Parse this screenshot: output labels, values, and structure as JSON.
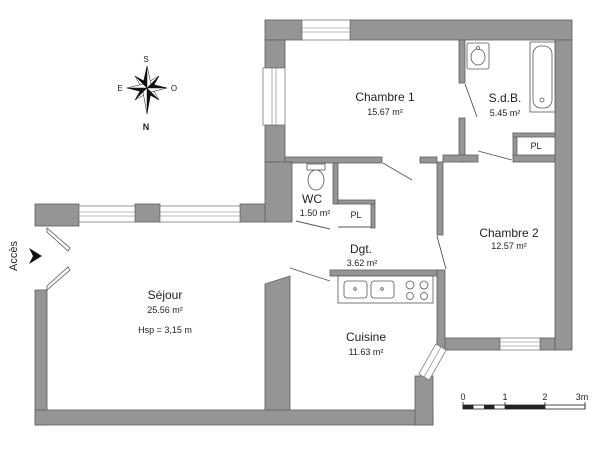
{
  "plan": {
    "rooms": {
      "chambre_1": {
        "name": "Chambre 1",
        "area": "15.67 m²"
      },
      "sdb": {
        "name": "S.d.B.",
        "area": "5.45 m²"
      },
      "placard_sdb": {
        "name": "PL"
      },
      "chambre_2": {
        "name": "Chambre 2",
        "area": "12.57 m²"
      },
      "wc": {
        "name": "WC",
        "area": "1.50 m²"
      },
      "placard_wc": {
        "name": "PL"
      },
      "degagement": {
        "name": "Dgt.",
        "area": "3.62 m²"
      },
      "sejour": {
        "name": "Séjour",
        "area": "25.56 m²",
        "ceiling_height": "Hsp = 3,15 m"
      },
      "cuisine": {
        "name": "Cuisine",
        "area": "11.63 m²"
      }
    },
    "entrance": {
      "label": "Accès",
      "icon": "entrance-arrow-icon"
    },
    "compass": {
      "north": "N",
      "south": "S",
      "east": "E",
      "west": "O",
      "icon": "compass-rose-icon"
    },
    "scale_bar": {
      "labels": [
        "0",
        "1",
        "2",
        "3m"
      ]
    },
    "colors": {
      "wall": "#959595",
      "wall_stroke": "#5e5e5e",
      "ink": "#222222",
      "background": "#ffffff"
    }
  }
}
